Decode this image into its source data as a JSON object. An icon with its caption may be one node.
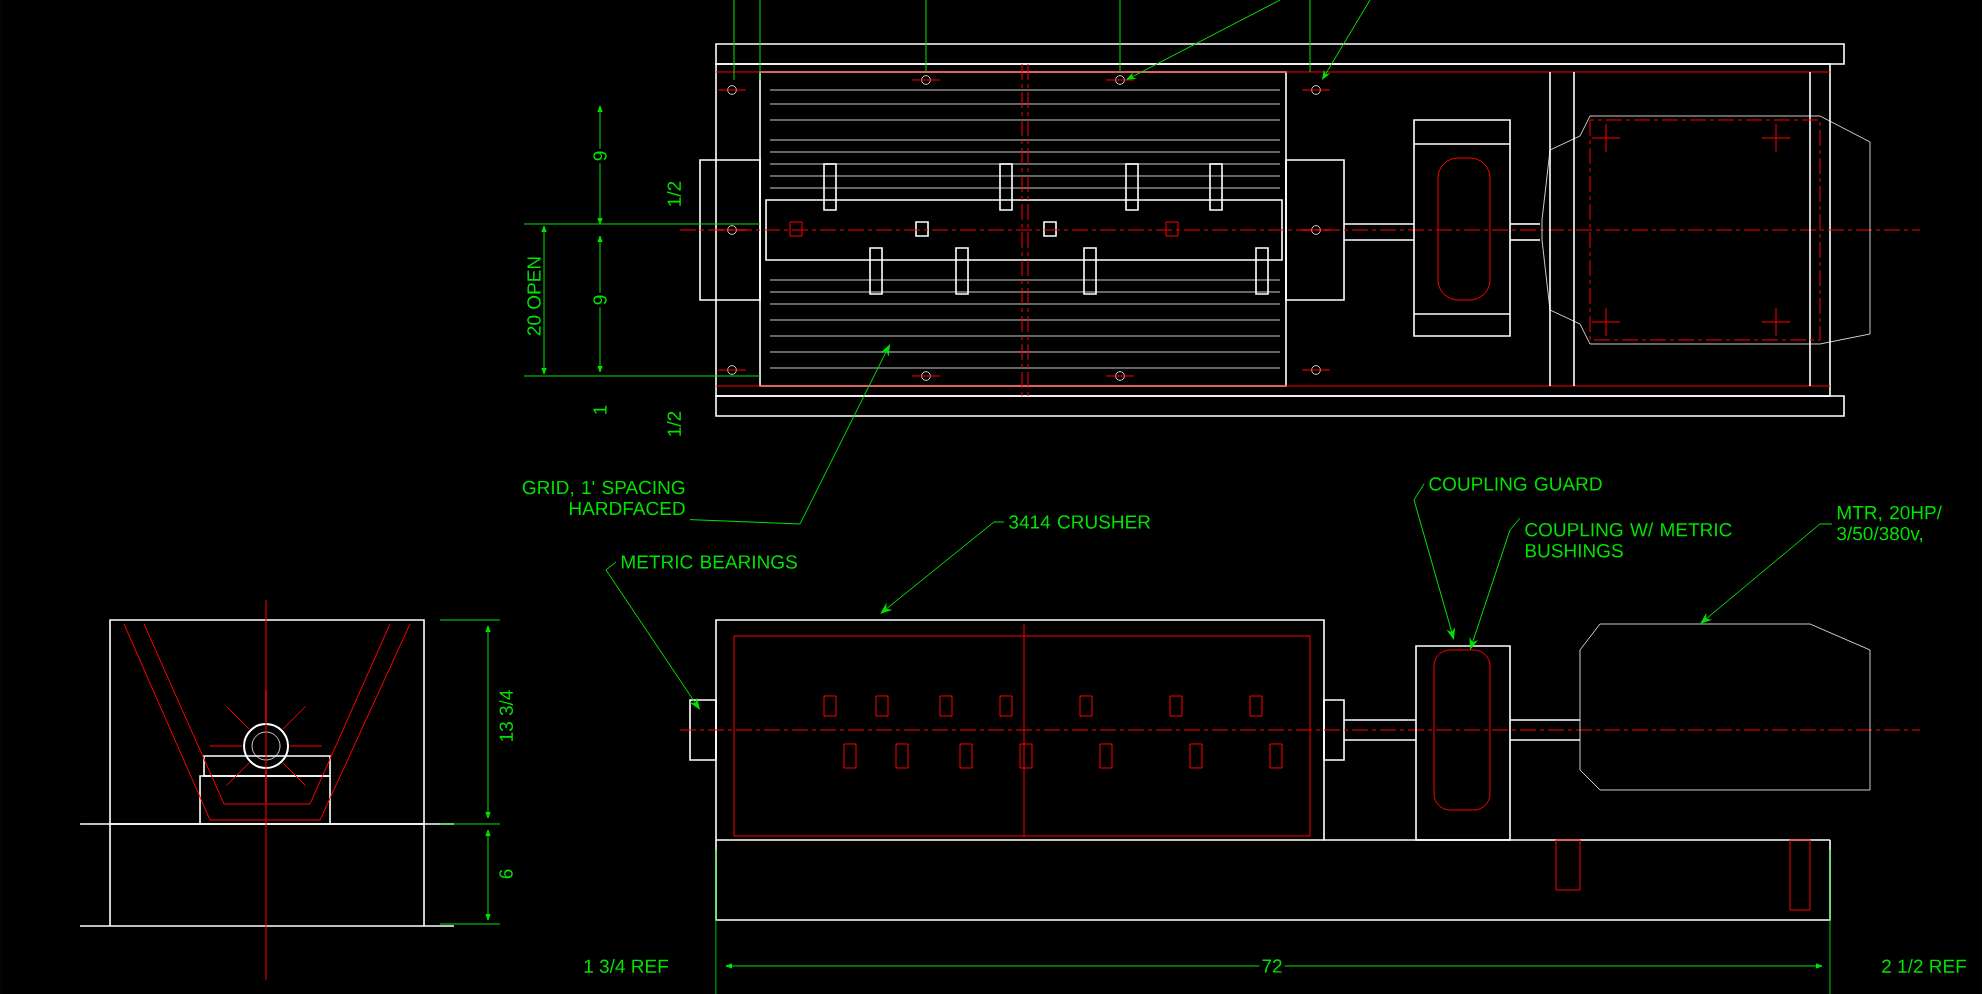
{
  "diagram": {
    "nodes": [
      {
        "text": [
          "GRID, 1' SPACING HARDFACED"
        ]
      },
      {
        "text": [
          "3414 CRUSHER"
        ]
      },
      {
        "text": [
          "METRIC BEARINGS"
        ]
      },
      {
        "text": [
          "COUPLING GUARD"
        ]
      },
      {
        "text": [
          "COUPLING W/ METRIC BUSHINGS"
        ]
      },
      {
        "text": [
          "MTR, 20HP/ 3/50/380v,"
        ]
      }
    ],
    "edges": [
      {
        "from": 0,
        "to": null,
        "arrow": "to"
      },
      {
        "from": 1,
        "to": null,
        "arrow": "to"
      },
      {
        "from": 2,
        "to": null,
        "arrow": "to"
      },
      {
        "from": 3,
        "to": null,
        "arrow": "to"
      },
      {
        "from": 4,
        "to": null,
        "arrow": "to"
      },
      {
        "from": 5,
        "to": null,
        "arrow": "to"
      }
    ],
    "labels": [
      "1/2",
      "9",
      "20 OPEN",
      "9",
      "1",
      "1/2",
      "13 3/4",
      "6",
      "1 3/4 REF",
      "72",
      "2 1/2 REF"
    ]
  }
}
